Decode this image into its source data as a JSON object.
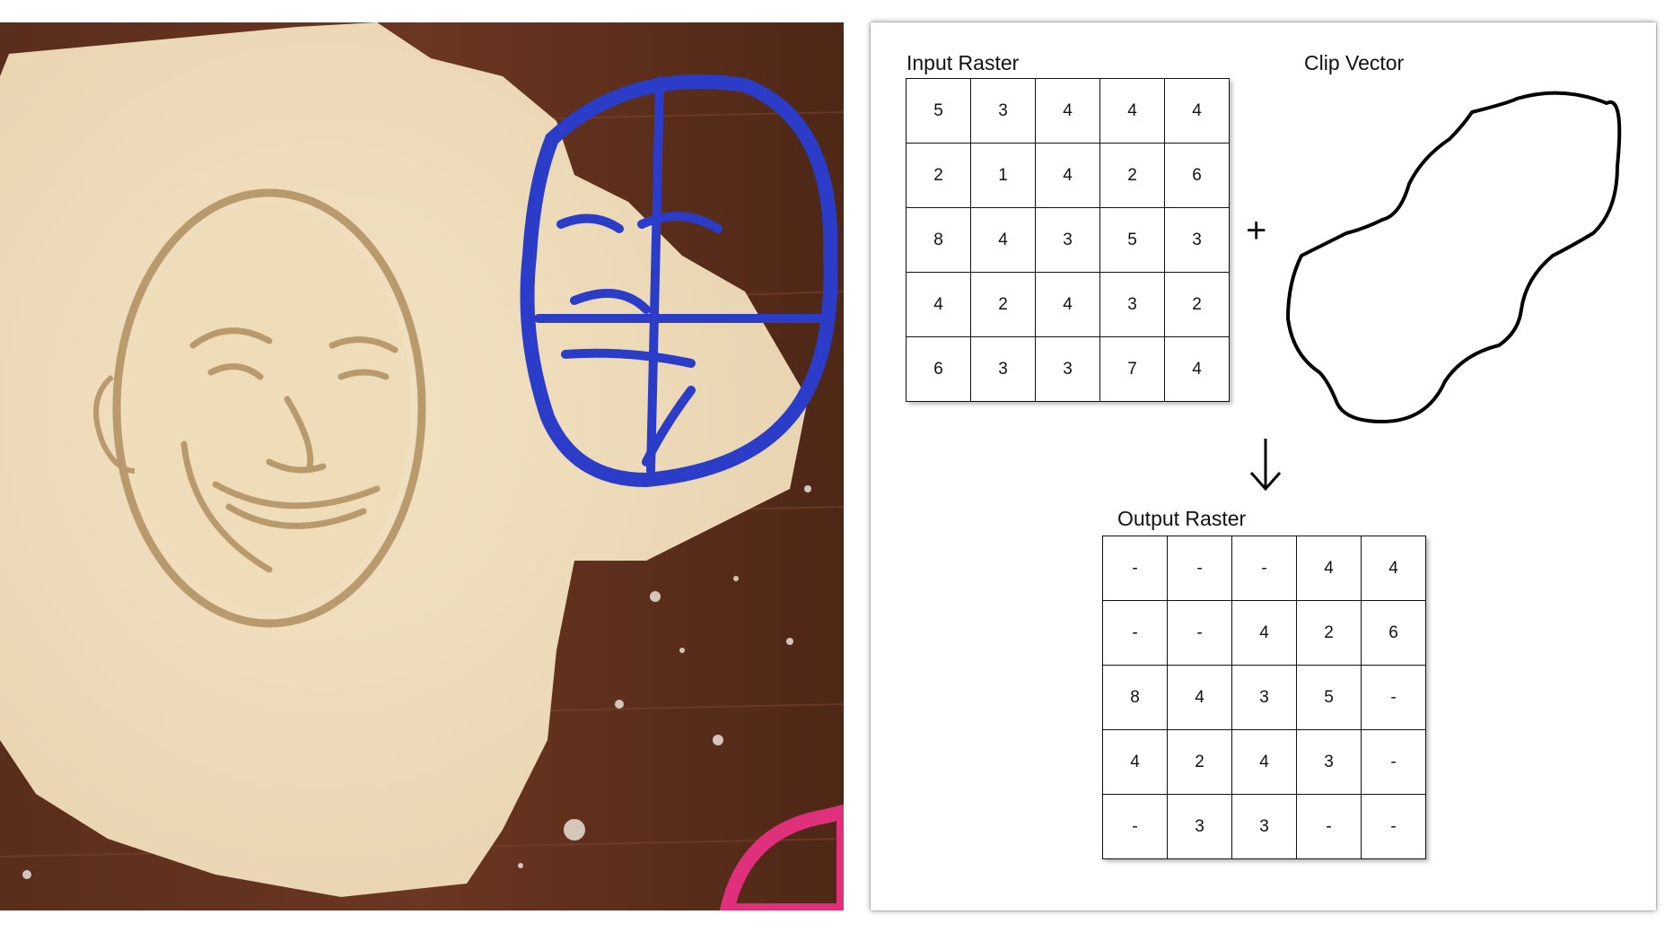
{
  "photo": {
    "description_icon": "cookie-cutter-photo"
  },
  "diagram": {
    "input_label": "Input Raster",
    "clip_label": "Clip Vector",
    "output_label": "Output Raster",
    "plus_symbol": "+",
    "arrow_icon": "down-arrow-icon",
    "input_raster": [
      [
        "5",
        "3",
        "4",
        "4",
        "4"
      ],
      [
        "2",
        "1",
        "4",
        "2",
        "6"
      ],
      [
        "8",
        "4",
        "3",
        "5",
        "3"
      ],
      [
        "4",
        "2",
        "4",
        "3",
        "2"
      ],
      [
        "6",
        "3",
        "3",
        "7",
        "4"
      ]
    ],
    "output_raster": [
      [
        "-",
        "-",
        "-",
        "4",
        "4"
      ],
      [
        "-",
        "-",
        "4",
        "2",
        "6"
      ],
      [
        "8",
        "4",
        "3",
        "5",
        "-"
      ],
      [
        "4",
        "2",
        "4",
        "3",
        "-"
      ],
      [
        "-",
        "3",
        "3",
        "-",
        "-"
      ]
    ]
  }
}
